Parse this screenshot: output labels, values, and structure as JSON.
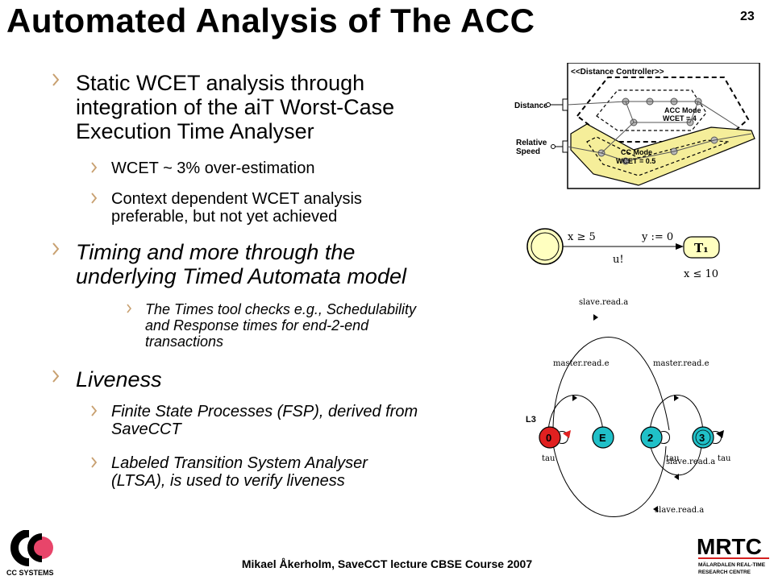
{
  "slide": {
    "title": "Automated Analysis of The ACC",
    "number": "23",
    "footer": "Mikael Åkerholm, SaveCCT lecture CBSE Course 2007"
  },
  "bullets": {
    "b1": "Static WCET analysis through\nintegration of the aiT Worst-Case\nExecution Time Analyser",
    "b1_1": "WCET ~ 3% over-estimation",
    "b1_2": "Context dependent WCET analysis\npreferable, but not yet achieved",
    "b2": "Timing and more through the\nunderlying Timed Automata model",
    "b2_1": "The Times tool checks e.g., Schedulability\nand Response times for end-2-end\ntransactions",
    "b3": "Liveness",
    "b3_1": "Finite State Processes (FSP), derived from\nSaveCCT",
    "b3_2": "Labeled Transition System Analyser\n(LTSA), is used to verify liveness"
  },
  "diagram_controller": {
    "title": "<<Distance Controller>>",
    "in_distance": "Distance",
    "in_relative_line1": "Relative",
    "in_relative_line2": "Speed",
    "acc_line1": "ACC Mode",
    "acc_line2": "WCET = 4",
    "cc_line1": "CC Mode",
    "cc_line2": "WCET = 0.5"
  },
  "diagram_automata": {
    "guard": "x ≥ 5",
    "reset": "y := 0",
    "sync": "u!",
    "target": "T₁",
    "invariant": "x ≤ 10"
  },
  "diagram_lts": {
    "label": "L3",
    "states": [
      "0",
      "E",
      "2",
      "3"
    ],
    "arc_top": "slave.read.a",
    "arc_left": "master.read.e",
    "arc_right": "master.read.e",
    "tau1": "tau",
    "tau2": "tau",
    "tau3": "tau",
    "arc_bottom1": "slave.read.a",
    "arc_bottom2": "slave.read.a"
  },
  "logos": {
    "cc_text": "CC SYSTEMS",
    "mrtc_text": "MRTC",
    "mrtc_sub1": "MÄLARDALEN REAL-TIME",
    "mrtc_sub2": "RESEARCH CENTRE"
  },
  "colors": {
    "bullet_chevron": "#c8a070",
    "cc_yellow": "#f5ee9a",
    "state_red": "#e02020",
    "state_teal": "#20c0c8",
    "mrtc_red": "#d42020"
  }
}
